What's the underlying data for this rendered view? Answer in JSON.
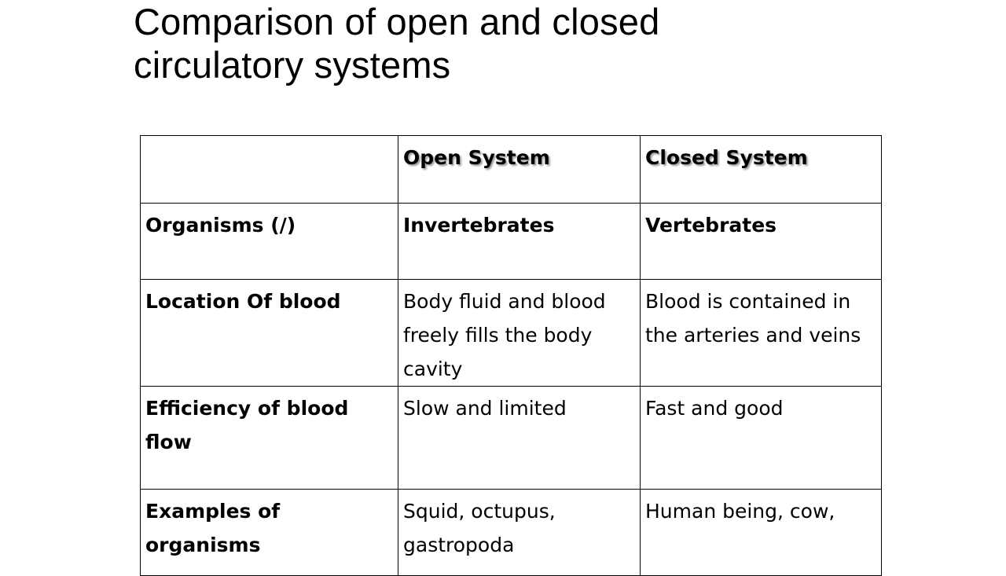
{
  "title": {
    "line1": "Comparison of open and closed",
    "line2": "circulatory systems"
  },
  "table": {
    "header": [
      "",
      "Open System",
      "Closed System"
    ],
    "rows": [
      [
        "Organisms (/)",
        "Invertebrates",
        "Vertebrates"
      ],
      [
        "Location Of blood",
        "Body fluid and blood freely fills the body cavity",
        "Blood is contained in the arteries and veins"
      ],
      [
        "Efficiency of blood flow",
        "Slow and limited",
        "Fast and good"
      ],
      [
        "Examples of organisms",
        "Squid, octupus, gastropoda",
        "Human being, cow,"
      ]
    ]
  }
}
